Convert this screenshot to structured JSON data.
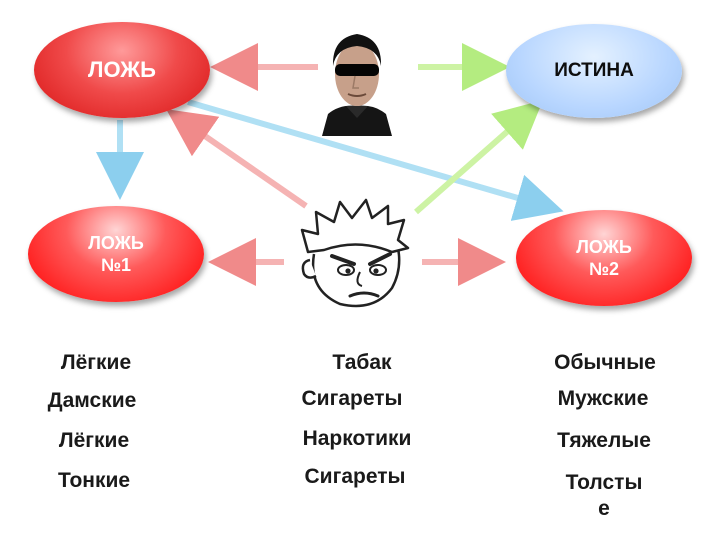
{
  "nodes": {
    "lie_main": "ЛОЖЬ",
    "truth": "ИСТИНА",
    "lie_1": "ЛОЖЬ\n№1",
    "lie_2": "ЛОЖЬ\n№2"
  },
  "columns": {
    "left": [
      "Лёгкие",
      "Дамские",
      "Лёгкие",
      "Тонкие"
    ],
    "middle": [
      "Табак",
      "Сигареты",
      "Наркотики",
      "Сигареты"
    ],
    "right": [
      "Обычные",
      "Мужские",
      "Тяжелые",
      "Толстые"
    ]
  },
  "colors": {
    "red_oval": "#e92626",
    "blue_oval": "#b8d6ff",
    "arrow_red": "#f2a0a0",
    "arrow_green": "#c8f29a",
    "arrow_blue": "#a8dcf2"
  },
  "icons": {
    "top_center": "man-with-sunglasses-portrait",
    "middle_center": "angry-cartoon-face"
  }
}
